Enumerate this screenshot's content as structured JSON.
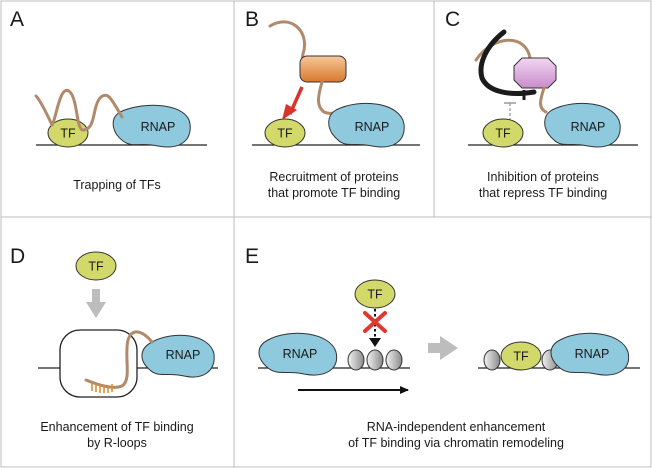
{
  "colors": {
    "tf": "#d2d86a",
    "rnap": "#8fc9dd",
    "rna": "#b08a6a",
    "activator_protein": "#e59a5a",
    "repressor_protein": "#dca9dc",
    "arrow_red": "#d9342b",
    "cross_red": "#e0382f",
    "block_arrow_gray": "#bdbdbd",
    "rloop_orange": "#e08a2e"
  },
  "labels": {
    "tf": "TF",
    "rnap": "RNAP"
  },
  "panels": {
    "a": {
      "letter": "A",
      "caption": [
        "Trapping of TFs"
      ]
    },
    "b": {
      "letter": "B",
      "caption": [
        "Recruitment of proteins",
        "that promote TF binding"
      ]
    },
    "c": {
      "letter": "C",
      "caption": [
        "Inhibition of proteins",
        "that repress TF binding"
      ]
    },
    "d": {
      "letter": "D",
      "caption": [
        "Enhancement of TF binding",
        "by R-loops"
      ]
    },
    "e": {
      "letter": "E",
      "caption": [
        "RNA-independent enhancement",
        "of TF binding via chromatin remodeling"
      ]
    }
  }
}
